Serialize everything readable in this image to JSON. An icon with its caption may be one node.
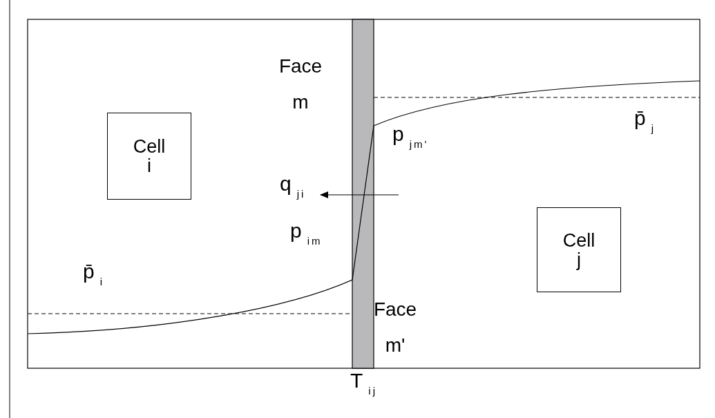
{
  "diagram": {
    "nodes": [
      {
        "text": [
          "Cell i"
        ]
      },
      {
        "text": [
          "Cell j"
        ]
      }
    ],
    "edges": [],
    "labels": [
      "Face m",
      "p̄$_{j}$",
      "p$_{jm'}$",
      "q$_{ji}$",
      "p$_{im}$",
      "p̄$_{i}$",
      "Face m'",
      "T$_{ij}$"
    ]
  }
}
